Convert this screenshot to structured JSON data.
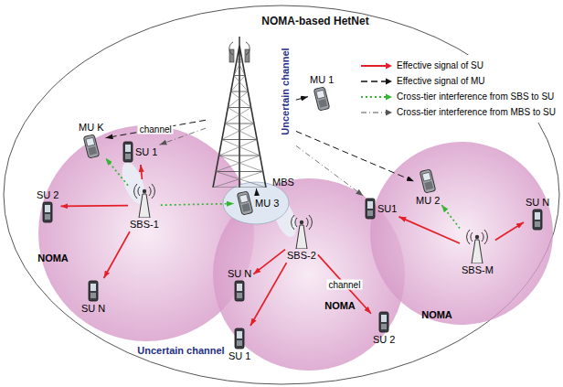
{
  "diagram": {
    "title": "NOMA-based HetNet",
    "nodes": [
      {
        "text": [
          "MBS"
        ]
      },
      {
        "text": [
          "MU 1"
        ]
      },
      {
        "text": [
          "MU K"
        ]
      },
      {
        "text": [
          "SU 1"
        ]
      },
      {
        "text": [
          "SU 2"
        ]
      },
      {
        "text": [
          "SBS-1"
        ]
      },
      {
        "text": [
          "SU N"
        ]
      },
      {
        "text": [
          "MU 3"
        ]
      },
      {
        "text": [
          "SBS-2"
        ]
      },
      {
        "text": [
          "SU N"
        ]
      },
      {
        "text": [
          "SU 1"
        ]
      },
      {
        "text": [
          "SU 2"
        ]
      },
      {
        "text": [
          "MU 2"
        ]
      },
      {
        "text": [
          "SBS-M"
        ]
      },
      {
        "text": [
          "SU1"
        ]
      },
      {
        "text": [
          "SU N"
        ]
      }
    ],
    "edges": [
      {
        "from": 0,
        "to": 1,
        "arrow": "to"
      },
      {
        "from": 0,
        "to": 2,
        "arrow": "to",
        "label": "channel"
      },
      {
        "from": 0,
        "to": 7,
        "arrow": "to"
      },
      {
        "from": 0,
        "to": 12,
        "arrow": "to"
      },
      {
        "from": 5,
        "to": 3,
        "arrow": "to"
      },
      {
        "from": 5,
        "to": 4,
        "arrow": "to"
      },
      {
        "from": 5,
        "to": 6,
        "arrow": "to"
      },
      {
        "from": 8,
        "to": 9,
        "arrow": "to"
      },
      {
        "from": 8,
        "to": 10,
        "arrow": "to"
      },
      {
        "from": 8,
        "to": 11,
        "arrow": "to",
        "label": "channel"
      },
      {
        "from": 13,
        "to": 14,
        "arrow": "to"
      },
      {
        "from": 13,
        "to": 15,
        "arrow": "to"
      },
      {
        "from": 5,
        "to": 2,
        "arrow": "to"
      },
      {
        "from": 5,
        "to": 7,
        "arrow": "to"
      },
      {
        "from": 13,
        "to": 12,
        "arrow": "to"
      },
      {
        "from": 0,
        "to": 3,
        "arrow": "to"
      },
      {
        "from": 0,
        "to": 14,
        "arrow": "to"
      }
    ],
    "labels": [
      "NOMA",
      "NOMA",
      "NOMA",
      "Uncertain channel",
      "Uncertain channel"
    ],
    "legend": [
      {
        "text": "Effective signal of SU"
      },
      {
        "text": "Effective signal of MU"
      },
      {
        "text": "Cross-tier interference from SBS to SU"
      },
      {
        "text": "Cross-tier interference from MBS to SU"
      }
    ]
  }
}
